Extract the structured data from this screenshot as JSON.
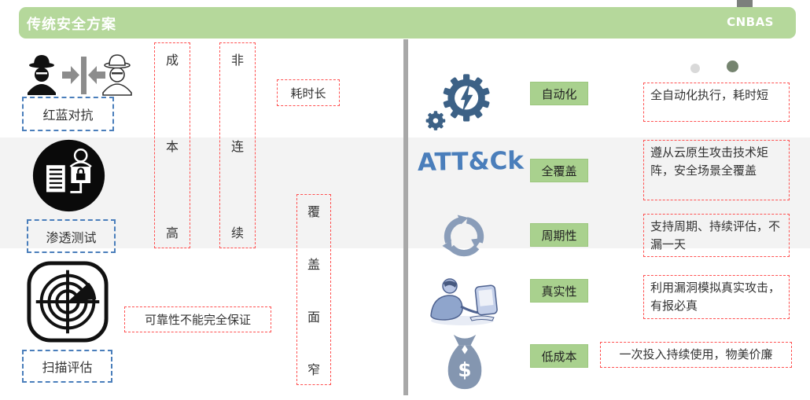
{
  "header": {
    "title": "传统安全方案",
    "brand": "CNBAS"
  },
  "left_panel": {
    "items": [
      {
        "icon": "red-vs-blue-spies-icon",
        "label": "红蓝对抗"
      },
      {
        "icon": "penetration-test-icon",
        "label": "渗透测试"
      },
      {
        "icon": "scan-radar-icon",
        "label": "扫描评估"
      }
    ],
    "vertical_notes": [
      {
        "name": "cost-high",
        "chars": [
          "成",
          "本",
          "高"
        ]
      },
      {
        "name": "non-continuous",
        "chars": [
          "非",
          "连",
          "续"
        ]
      },
      {
        "name": "narrow-coverage",
        "chars": [
          "覆",
          "盖",
          "面",
          "窄"
        ]
      }
    ],
    "notes": [
      {
        "name": "time-consuming",
        "text": "耗时长"
      },
      {
        "name": "reliability",
        "text": "可靠性不能完全保证"
      }
    ]
  },
  "right_panel": {
    "attck_logo_text": "ATT&Ck",
    "rows": [
      {
        "icon": "gear-lightning-icon",
        "label": "自动化",
        "desc": "全自动化执行，耗时短"
      },
      {
        "icon": "attck-logo",
        "label": "全覆盖",
        "desc": "遵从云原生攻击技术矩阵，安全场景全覆盖"
      },
      {
        "icon": "cycle-arrows-icon",
        "label": "周期性",
        "desc": "支持周期、持续评估，不漏一天"
      },
      {
        "icon": "person-computer-icon",
        "label": "真实性",
        "desc": "利用漏洞模拟真实攻击，有报必真"
      },
      {
        "icon": "money-bag-icon",
        "label": "低成本",
        "desc": "一次投入持续使用，物美价廉"
      }
    ],
    "pagination_dots": [
      {
        "color": "#d9d9d9"
      },
      {
        "color": "#75846f"
      }
    ]
  },
  "colors": {
    "header_green": "#b5d89b",
    "label_green": "#a9d18e",
    "red_dashed": "#ff5050",
    "blue_dashed": "#4a7ebb",
    "divider_gray": "#a8a8a8",
    "band_gray": "#f3f3f3",
    "gear_blue": "#3c6186",
    "soft_blue_icon": "#8a9db9",
    "attck_blue": "#4a7ebb"
  }
}
